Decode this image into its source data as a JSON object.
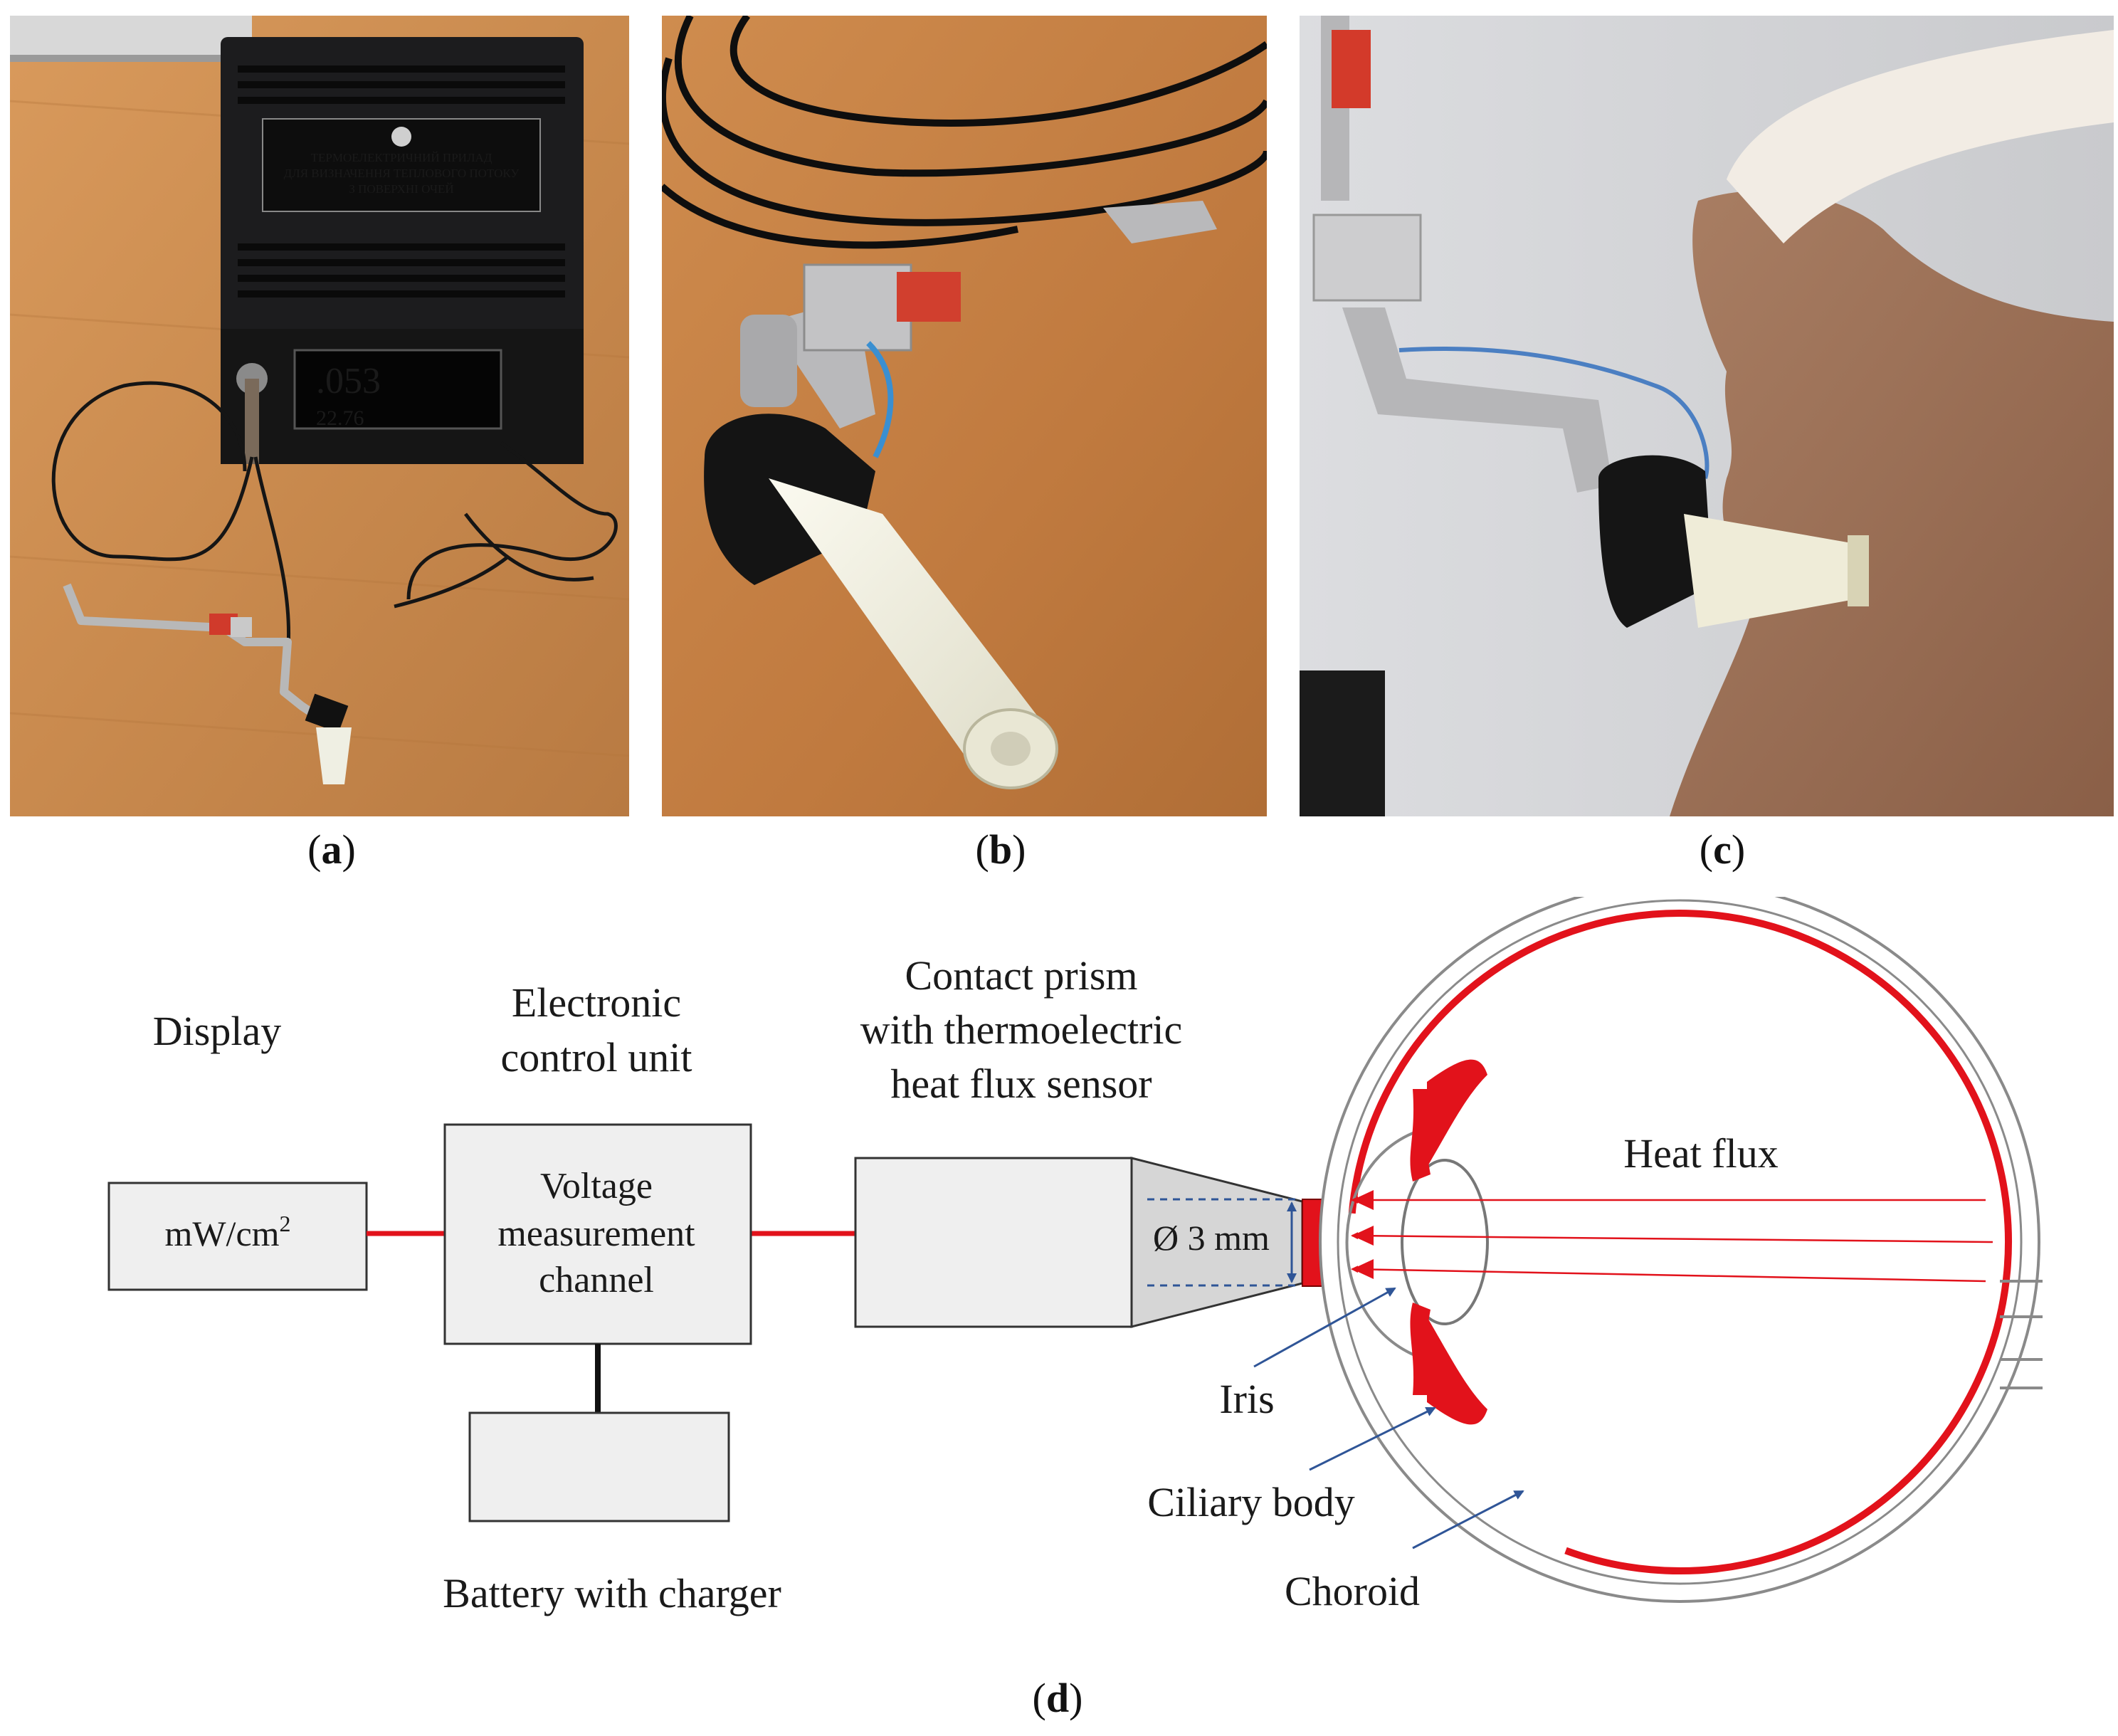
{
  "panels": {
    "a": {
      "caption_open": "(",
      "caption_letter": "a",
      "caption_close": ")",
      "device_label": "ТЕРМОЕЛЕКТРИЧНИЙ ПРИЛАД\nДЛЯ ВИЗНАЧЕННЯ ТЕПЛОВОГО ПОТОКУ\nЗ ПОВЕРХНІ ОЧЕЙ",
      "display_red": ".053",
      "display_green": "22.76"
    },
    "b": {
      "caption_open": "(",
      "caption_letter": "b",
      "caption_close": ")"
    },
    "c": {
      "caption_open": "(",
      "caption_letter": "c",
      "caption_close": ")"
    },
    "d": {
      "caption_open": "(",
      "caption_letter": "d",
      "caption_close": ")",
      "labels": {
        "display": "Display",
        "ecu_line1": "Electronic",
        "ecu_line2": "control unit",
        "prism_line1": "Contact prism",
        "prism_line2": "with thermoelectric",
        "prism_line3": "heat flux sensor",
        "display_box": "mW/cm",
        "display_box_sup": "2",
        "voltage_line1": "Voltage",
        "voltage_line2": "measurement",
        "voltage_line3": "channel",
        "diameter": "Ø 3 mm",
        "battery": "Battery with charger",
        "heat_flux": "Heat flux",
        "iris": "Iris",
        "ciliary": "Ciliary body",
        "choroid": "Choroid"
      },
      "colors": {
        "accent_red": "#e2121b",
        "box_fill": "#efefef",
        "arrow_blue": "#2f5597"
      }
    }
  }
}
